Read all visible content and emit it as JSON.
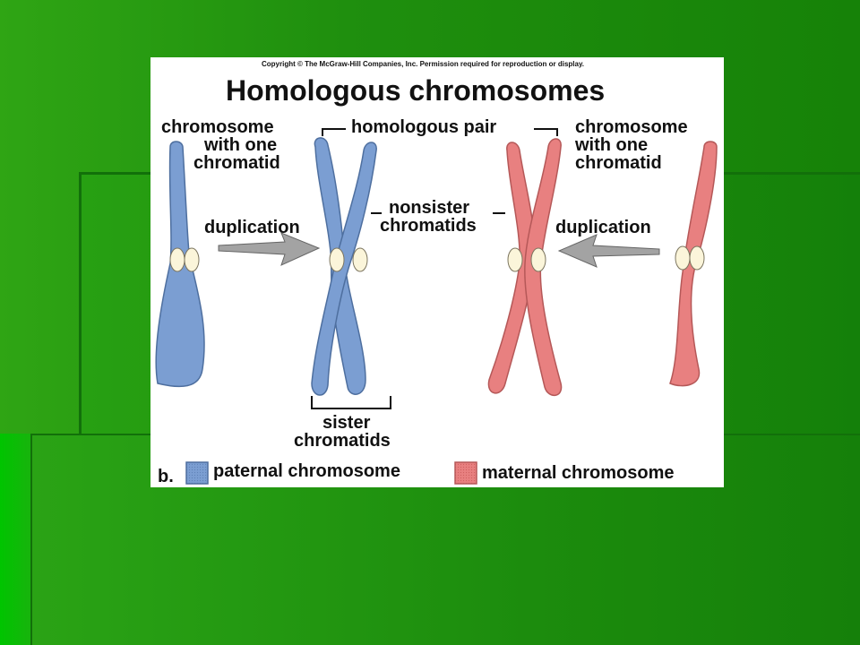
{
  "copyright": "Copyright © The McGraw-Hill Companies, Inc. Permission required for reproduction or display.",
  "title": "Homologous chromosomes",
  "labels": {
    "left_chromosome": [
      "chromosome",
      "with one",
      "chromatid"
    ],
    "right_chromosome": [
      "chromosome",
      "with one",
      "chromatid"
    ],
    "homologous_pair": "homologous pair",
    "duplication_left": "duplication",
    "duplication_right": "duplication",
    "nonsister": [
      "nonsister",
      "chromatids"
    ],
    "sister": [
      "sister",
      "chromatids"
    ]
  },
  "legend": {
    "panel_label": "b.",
    "paternal": "paternal chromosome",
    "maternal": "maternal chromosome"
  },
  "colors": {
    "paternal": "#7b9ed2",
    "paternal_outline": "#4e6f9f",
    "maternal": "#e88080",
    "maternal_outline": "#b55858",
    "centromere": "#fbf5da",
    "arrow": "#9a9a9a"
  }
}
